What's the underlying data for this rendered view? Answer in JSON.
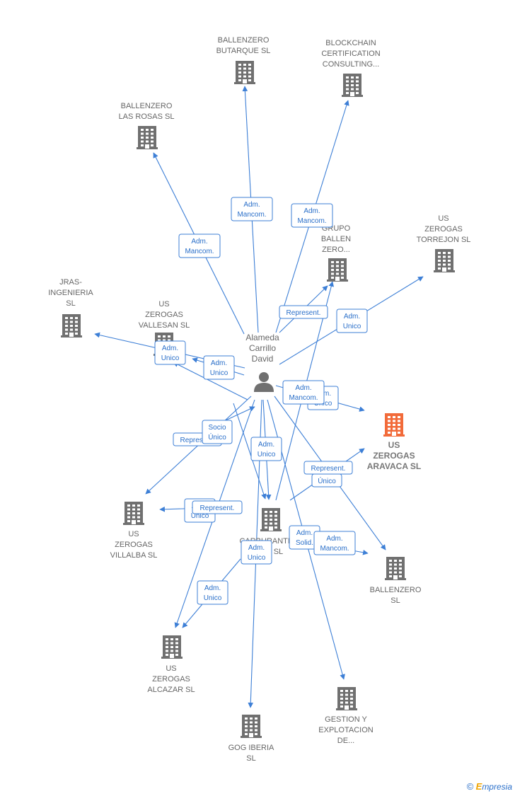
{
  "center": {
    "name_lines": [
      "Alameda",
      "Carrillo",
      "David"
    ],
    "icon": "person-icon"
  },
  "nodes": [
    {
      "id": "butarque",
      "lines": [
        "BALLENZERO",
        "BUTARQUE  SL"
      ],
      "icon": "building-icon"
    },
    {
      "id": "blockchain",
      "lines": [
        "BLOCKCHAIN",
        "CERTIFICATION",
        "CONSULTING..."
      ],
      "icon": "building-icon"
    },
    {
      "id": "rosas",
      "lines": [
        "BALLENZERO",
        "LAS ROSAS  SL"
      ],
      "icon": "building-icon"
    },
    {
      "id": "grupo",
      "lines": [
        "GRUPO",
        "BALLEN",
        "ZERO..."
      ],
      "icon": "building-icon"
    },
    {
      "id": "torrejon",
      "lines": [
        "US",
        "ZEROGAS",
        "TORREJON  SL"
      ],
      "icon": "building-icon"
    },
    {
      "id": "jras",
      "lines": [
        "JRAS-",
        "INGENIERIA",
        "SL"
      ],
      "icon": "building-icon"
    },
    {
      "id": "vallesan",
      "lines": [
        "US",
        "ZEROGAS",
        "VALLESAN  SL"
      ],
      "icon": "building-icon"
    },
    {
      "id": "aravaca",
      "lines": [
        "US",
        "ZEROGAS",
        "ARAVACA  SL"
      ],
      "icon": "building-icon",
      "highlight": true
    },
    {
      "id": "villalba",
      "lines": [
        "US",
        "ZEROGAS",
        "VILLALBA  SL"
      ],
      "icon": "building-icon"
    },
    {
      "id": "carburantes",
      "lines": [
        "CARBURANTES",
        "...AS  SL"
      ],
      "icon": "building-icon"
    },
    {
      "id": "ballenzero",
      "lines": [
        "BALLENZERO",
        "SL"
      ],
      "icon": "building-icon"
    },
    {
      "id": "alcazar",
      "lines": [
        "US",
        "ZEROGAS",
        "ALCAZAR  SL"
      ],
      "icon": "building-icon"
    },
    {
      "id": "gestion",
      "lines": [
        "GESTION Y",
        "EXPLOTACION",
        "DE..."
      ],
      "icon": "building-icon"
    },
    {
      "id": "gog",
      "lines": [
        "GOG IBERIA",
        "SL"
      ],
      "icon": "building-icon"
    }
  ],
  "roles": [
    {
      "id": "r1",
      "lines": [
        "Adm.",
        "Mancom."
      ]
    },
    {
      "id": "r2",
      "lines": [
        "Adm.",
        "Mancom."
      ]
    },
    {
      "id": "r3",
      "lines": [
        "Adm.",
        "Mancom."
      ]
    },
    {
      "id": "r4",
      "lines": [
        "Represent."
      ]
    },
    {
      "id": "r5",
      "lines": [
        "Adm.",
        "Unico"
      ]
    },
    {
      "id": "r6",
      "lines": [
        "Adm.",
        "Unico"
      ]
    },
    {
      "id": "r7",
      "lines": [
        "Adm.",
        "Unico"
      ]
    },
    {
      "id": "r8",
      "lines": [
        "Adm.",
        "Unico"
      ]
    },
    {
      "id": "r9",
      "lines": [
        "Adm.",
        "Mancom."
      ]
    },
    {
      "id": "r10",
      "lines": [
        "Represent."
      ]
    },
    {
      "id": "r11",
      "lines": [
        "Socio",
        "Único"
      ]
    },
    {
      "id": "r12",
      "lines": [
        "Adm.",
        "Unico"
      ]
    },
    {
      "id": "r13",
      "lines": [
        "Único"
      ]
    },
    {
      "id": "r14",
      "lines": [
        "Represent."
      ]
    },
    {
      "id": "r15",
      "lines": [
        "Adm.",
        "Unico"
      ]
    },
    {
      "id": "r16",
      "lines": [
        "Represent."
      ]
    },
    {
      "id": "r17",
      "lines": [
        "Adm.",
        "Unico"
      ]
    },
    {
      "id": "r18",
      "lines": [
        "Adm.",
        "Solid."
      ]
    },
    {
      "id": "r19",
      "lines": [
        "Adm.",
        "Mancom."
      ]
    },
    {
      "id": "r20",
      "lines": [
        "Adm.",
        "Unico"
      ]
    }
  ],
  "colors": {
    "edge": "#3d7fd6",
    "building": "#707070",
    "highlight": "#f26b3a",
    "person": "#707070"
  },
  "brand": {
    "symbol": "©",
    "first_letter": "E",
    "rest": "mpresia"
  }
}
